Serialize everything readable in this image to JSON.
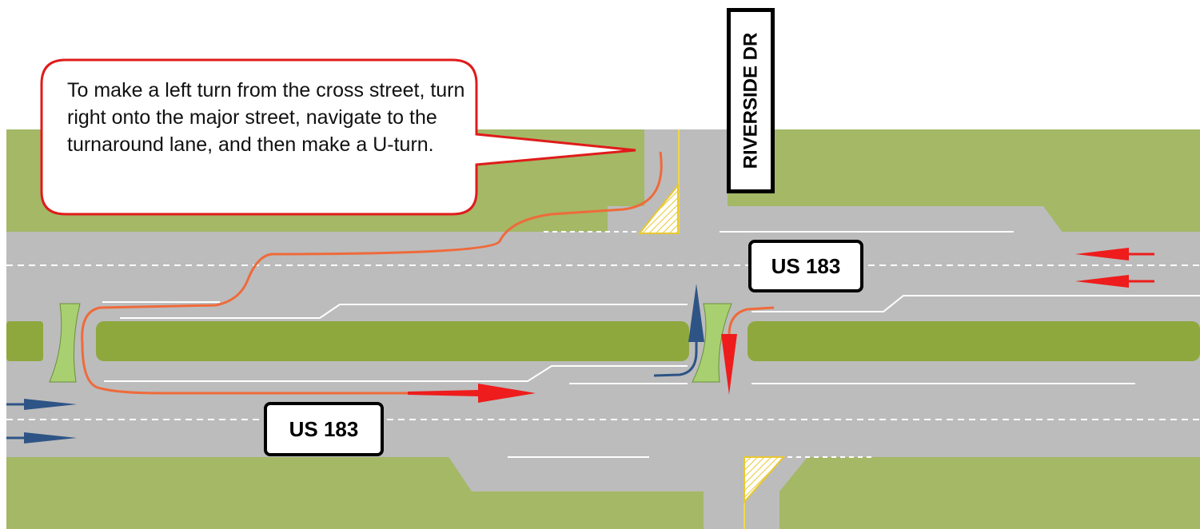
{
  "callout": {
    "text": "To make a left turn from the cross street, turn right onto the major street, navigate to the turnaround lane, and then make a U-turn."
  },
  "labels": {
    "major_street_lower": "US 183",
    "major_street_upper": "US 183",
    "cross_street": "RIVERSIDE DR"
  },
  "colors": {
    "grass": "#a4b866",
    "median": "#8fa83d",
    "pavement": "#bcbcbc",
    "island": "#a8d070",
    "u_turn_path": "#ef6a3a",
    "arrow_red": "#ee1c1c",
    "arrow_blue": "#2e5486",
    "yellow_marking": "#f2d84a",
    "callout_border": "#e01b1b"
  }
}
